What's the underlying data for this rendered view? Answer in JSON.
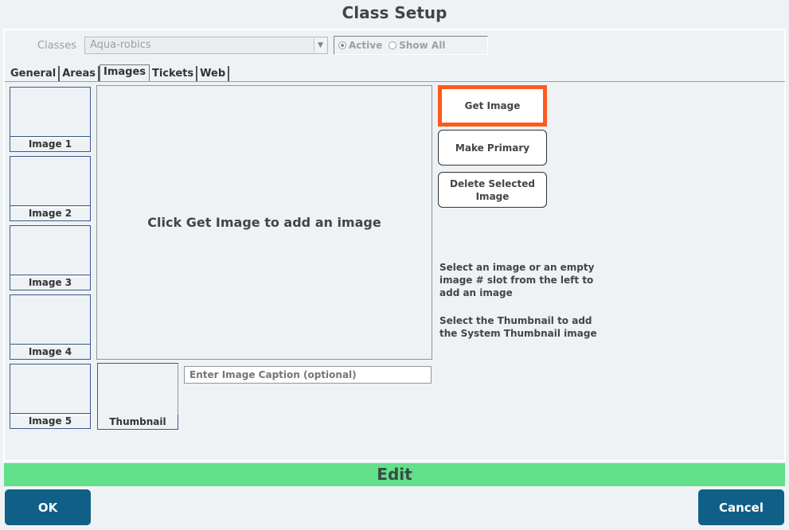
{
  "window": {
    "title": "Class Setup"
  },
  "filters": {
    "classes_label": "Classes",
    "classes_value": "Aqua-robics",
    "status_options": [
      {
        "label": "Active",
        "selected": true
      },
      {
        "label": "Show All",
        "selected": false
      }
    ]
  },
  "tabs": [
    {
      "label": "General",
      "active": false
    },
    {
      "label": "Areas",
      "active": false
    },
    {
      "label": "Images",
      "active": true
    },
    {
      "label": "Tickets",
      "active": false
    },
    {
      "label": "Web",
      "active": false
    }
  ],
  "image_slots": [
    {
      "label": "Image 1"
    },
    {
      "label": "Image 2"
    },
    {
      "label": "Image 3"
    },
    {
      "label": "Image 4"
    },
    {
      "label": "Image 5"
    }
  ],
  "preview": {
    "placeholder": "Click Get Image to add an image"
  },
  "thumbnail": {
    "label": "Thumbnail"
  },
  "caption": {
    "placeholder": "Enter Image Caption (optional)",
    "value": ""
  },
  "actions": {
    "get_image": "Get Image",
    "make_primary": "Make Primary",
    "delete_selected": "Delete Selected Image"
  },
  "help": {
    "line1": "Select an image or an empty image # slot from the left to add an image",
    "line2": "Select the Thumbnail to add the System Thumbnail image"
  },
  "mode_bar": {
    "label": "Edit"
  },
  "footer": {
    "ok": "OK",
    "cancel": "Cancel"
  },
  "colors": {
    "accent": "#0f5f86",
    "edit_bar": "#62e08a",
    "highlight": "#ff5a1e"
  }
}
